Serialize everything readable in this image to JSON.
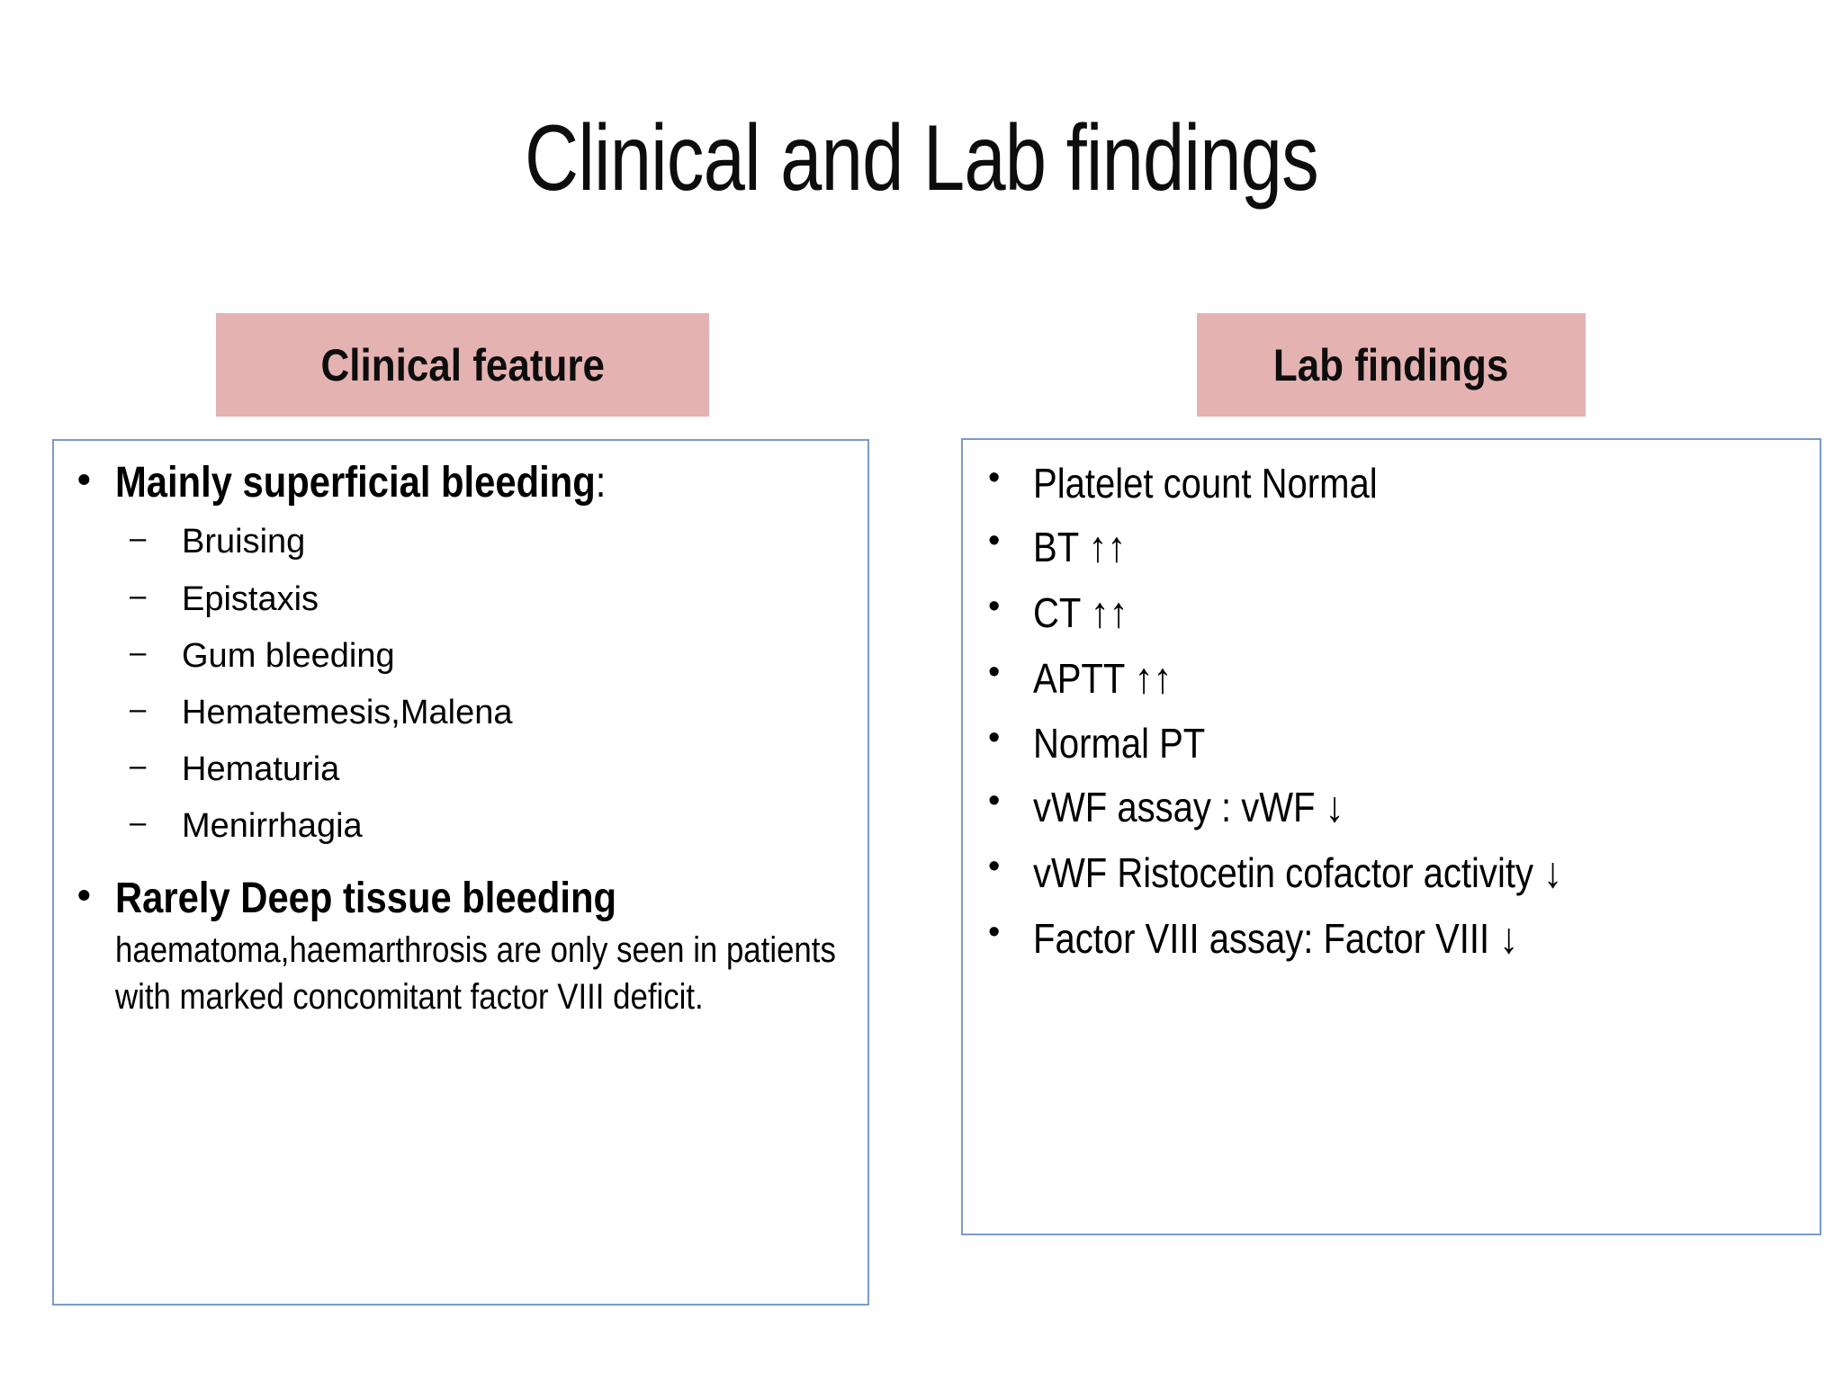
{
  "slide": {
    "title": "Clinical and Lab findings",
    "background_color": "#ffffff",
    "accent_pink": "#e5b2b2",
    "box_border_color": "#7a9cc9",
    "text_color": "#000000"
  },
  "clinical": {
    "header_label": "Clinical feature",
    "items": [
      {
        "text": "Mainly superficial bleeding",
        "trailing": ":",
        "bold": true,
        "subitems": [
          "Bruising",
          "Epistaxis",
          "Gum bleeding",
          "Hematemesis,Malena",
          "Hematuria",
          "Menirrhagia"
        ]
      },
      {
        "text": "Rarely Deep tissue bleeding",
        "bold": true,
        "paragraph": "haematoma,haemarthrosis are only seen in patients with marked concomitant factor VIII deficit."
      }
    ]
  },
  "lab": {
    "header_label": "Lab findings",
    "items": [
      {
        "text": "Platelet count Normal",
        "arrows": ""
      },
      {
        "text": "BT",
        "arrows": "↑↑"
      },
      {
        "text": "CT",
        "arrows": "↑↑"
      },
      {
        "text": "APTT",
        "arrows": "↑↑"
      },
      {
        "text": "Normal PT",
        "arrows": ""
      },
      {
        "text": "vWF assay : vWF",
        "arrows": "↓"
      },
      {
        "text": "vWF Ristocetin cofactor activity",
        "arrows": "↓"
      },
      {
        "text": "Factor VIII assay: Factor VIII",
        "arrows": "↓"
      }
    ]
  }
}
